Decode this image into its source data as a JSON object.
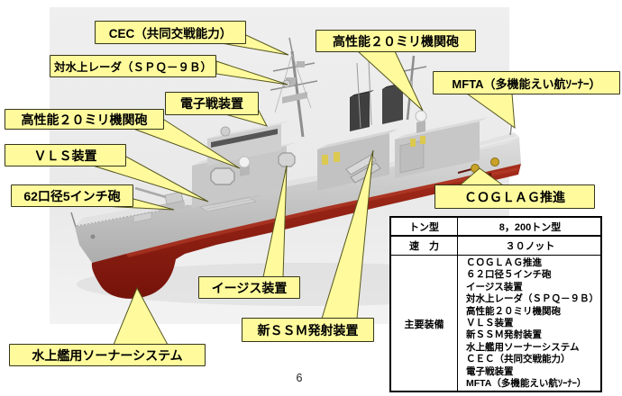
{
  "callouts": {
    "cec": "CEC（共同交戦能力）",
    "spq9b": "対水上レーダ（ＳＰＱ－９Ｂ）",
    "esm": "電子戦装置",
    "ciws_left": "高性能２０ミリ機関砲",
    "vls": "ＶＬＳ装置",
    "gun": "62口径5インチ砲",
    "ciws_right": "高性能２０ミリ機関砲",
    "mfta": "MFTA（多機能えい航ｿｰﾅｰ）",
    "coglag": "ＣＯＧＬＡＧ推進",
    "aegis": "イージス装置",
    "ssm": "新ＳＳＭ発射装置",
    "sonar": "水上艦用ソーナーシステム"
  },
  "spec_table": {
    "rows": [
      {
        "label": "トン型",
        "value": "8，200トン型"
      },
      {
        "label": "速　力",
        "value": "３０ノット"
      }
    ],
    "equipment_label": "主要装備",
    "equipment": [
      "ＣＯＧＬＡＧ推進",
      "６２口径５インチ砲",
      "イージス装置",
      "対水上レーダ（ＳＰＱ－９Ｂ）",
      "高性能２０ミリ機関砲",
      "ＶＬＳ装置",
      "新ＳＳＭ発射装置",
      "水上艦用ソーナーシステム",
      "ＣＥＣ（共同交戦能力）",
      "電子戦装置",
      "MFTA（多機能えい航ｿｰﾅｰ）"
    ]
  },
  "page": {
    "number": "6"
  },
  "colors": {
    "label_bg": "#FFFB9D",
    "hull_red": "#8E1F12",
    "ship_gray": "#C8C8C8",
    "backdrop": "#ECECEC"
  }
}
